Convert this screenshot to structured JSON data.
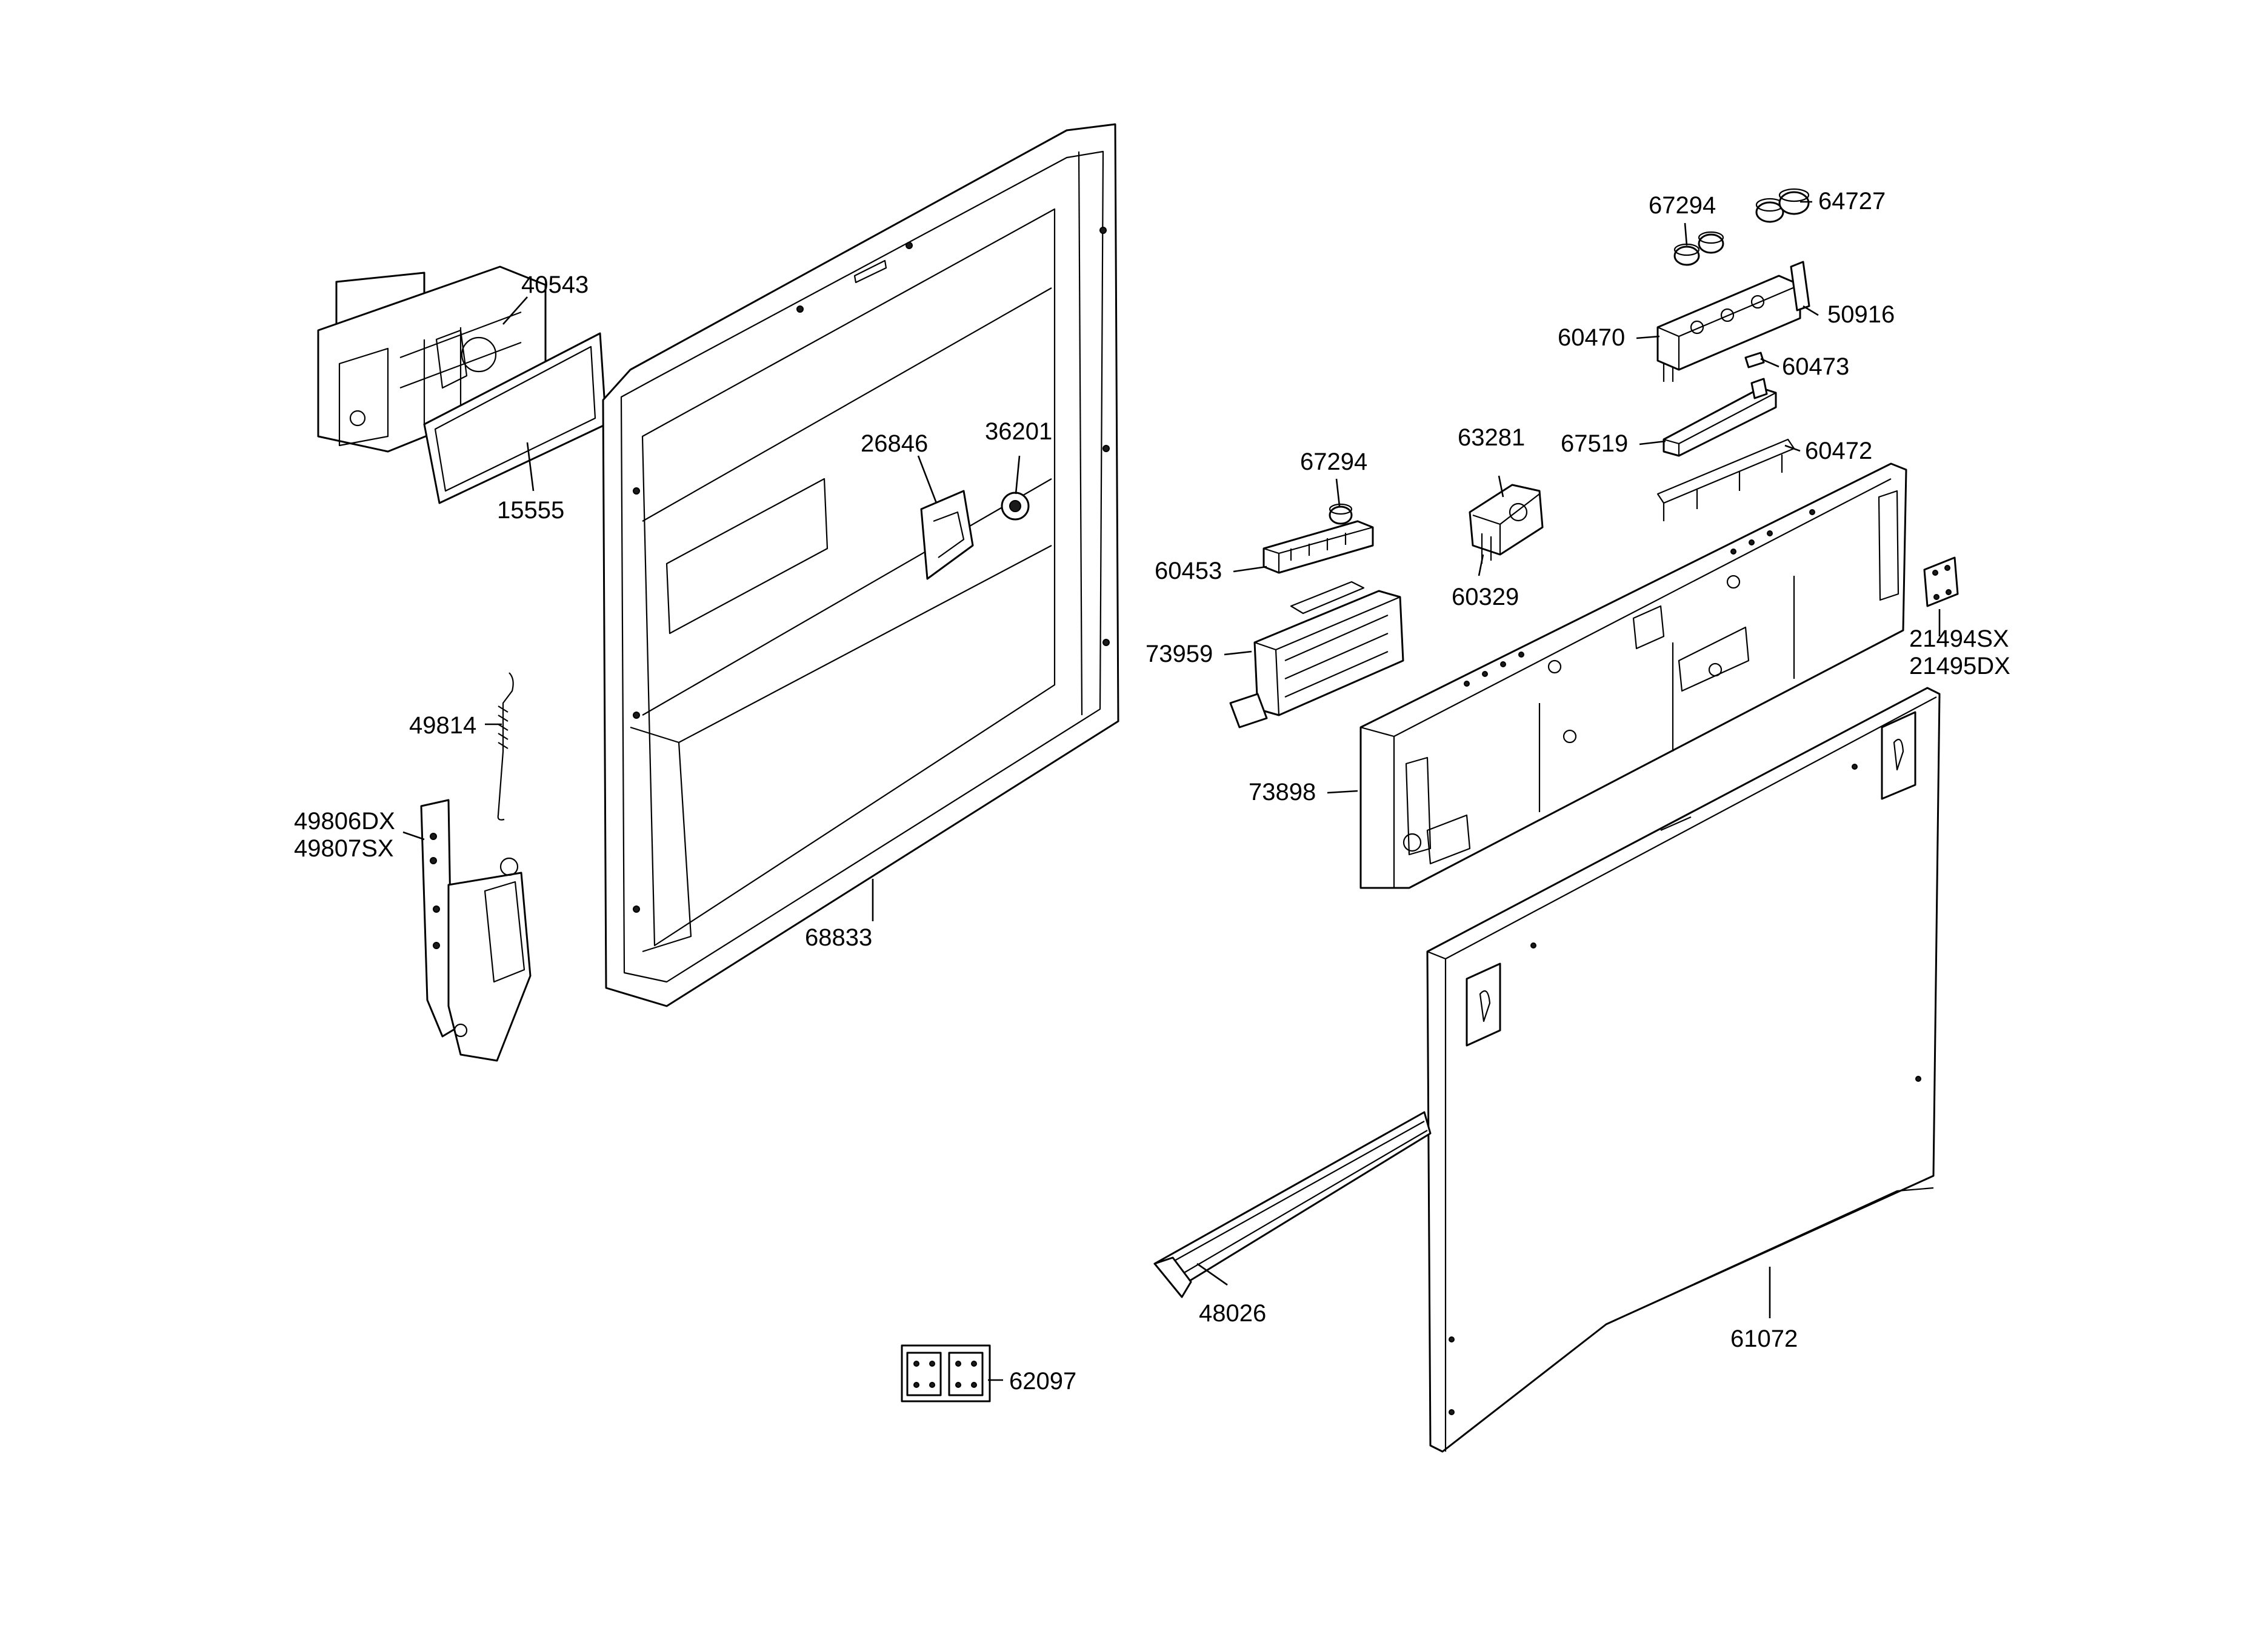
{
  "labels": {
    "p40543": "40543",
    "p15555": "15555",
    "p26846": "26846",
    "p36201": "36201",
    "p49814": "49814",
    "p49806": "49806DX",
    "p49807": "49807SX",
    "p68833": "68833",
    "p67294a": "67294",
    "p64727": "64727",
    "p50916": "50916",
    "p60470": "60470",
    "p60473": "60473",
    "p67519": "67519",
    "p60472": "60472",
    "p63281": "63281",
    "p67294b": "67294",
    "p60453": "60453",
    "p60329": "60329",
    "p73959": "73959",
    "p73898": "73898",
    "p21494": "21494SX",
    "p21495": "21495DX",
    "p48026": "48026",
    "p61072": "61072",
    "p62097": "62097"
  }
}
